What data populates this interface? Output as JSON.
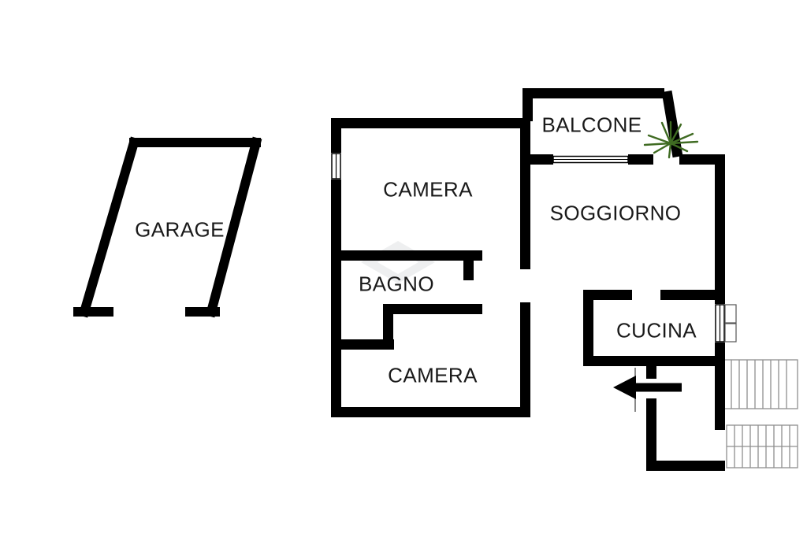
{
  "floorplan": {
    "rooms": [
      {
        "name": "garage",
        "label": "GARAGE"
      },
      {
        "name": "camera-top",
        "label": "CAMERA"
      },
      {
        "name": "balcone",
        "label": "BALCONE"
      },
      {
        "name": "soggiorno",
        "label": "SOGGIORNO"
      },
      {
        "name": "bagno",
        "label": "BAGNO"
      },
      {
        "name": "cucina",
        "label": "CUCINA"
      },
      {
        "name": "camera-bottom",
        "label": "CAMERA"
      }
    ],
    "icons": {
      "plant": "plant-icon",
      "entrance_arrow": "entrance-arrow-icon",
      "stairs": "stairs-symbol",
      "windows": "window-symbol"
    },
    "colors": {
      "wall": "#000000",
      "text": "#1a1a1a",
      "stairs": "#8f8f8f",
      "plant": "#3f6b22",
      "background": "#ffffff"
    }
  }
}
